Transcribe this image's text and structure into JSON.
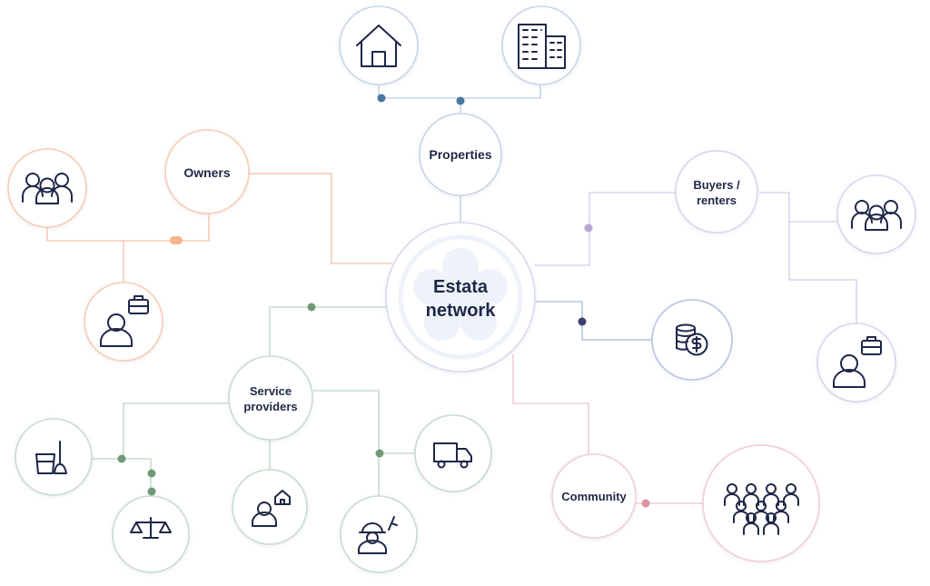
{
  "colors": {
    "text": "#1f2747",
    "properties": "#4a78a0",
    "owners": "#f3a27a",
    "buyers": "#b8a6d6",
    "finance": "#3b3f6e",
    "community": "#d9949e",
    "service": "#6f9a76",
    "center": "#dfe7f3"
  },
  "center": {
    "line1": "Estata",
    "line2": "network"
  },
  "hubs": {
    "properties": {
      "label": "Properties"
    },
    "owners": {
      "label": "Owners"
    },
    "buyers": {
      "line1": "Buyers /",
      "line2": "renters"
    },
    "service": {
      "line1": "Service",
      "line2": "providers"
    },
    "community": {
      "label": "Community"
    }
  },
  "leaf_icons": [
    "house-icon",
    "office-building-icon",
    "owners-group-icon",
    "owner-businessperson-icon",
    "buyers-group-icon",
    "buyer-businessperson-icon",
    "finance-coins-icon",
    "community-crowd-icon",
    "cleaning-bucket-mop-icon",
    "legal-scales-icon",
    "realtor-agent-icon",
    "construction-worker-icon",
    "moving-truck-icon"
  ]
}
